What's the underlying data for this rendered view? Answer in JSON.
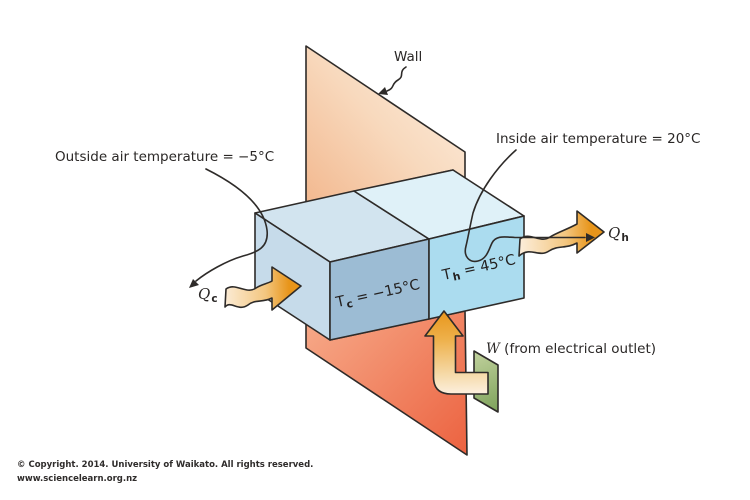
{
  "diagram": {
    "wall_label": "Wall",
    "outside_label": "Outside air temperature = −5°C",
    "inside_label": "Inside air temperature = 20°C",
    "qc": {
      "symbol": "Q",
      "sub": "c"
    },
    "qh": {
      "symbol": "Q",
      "sub": "h"
    },
    "tc": {
      "symbol": "T",
      "sub": "c",
      "value": " = −15°C"
    },
    "th": {
      "symbol": "T",
      "sub": "h",
      "value": " = 45°C"
    },
    "work": {
      "symbol": "W",
      "rest": " (from electrical outlet)"
    }
  },
  "footer": {
    "copyright": "© Copyright. 2014. University of Waikato. All rights reserved.",
    "website": "www.sciencelearn.org.nz"
  },
  "colors": {
    "wall_warm": "#f2b68c",
    "wall_warm_light": "#fcecdc",
    "wall_hot_light": "#f6a685",
    "wall_hot": "#ec6442",
    "box_top_left": "#d2e4ef",
    "box_top_right": "#dff1f8",
    "box_left": "#c6dbea",
    "cold_face": "#9cbcd4",
    "hot_face": "#abdcef",
    "arrow_cream": "#fceedb",
    "arrow_orange": "#e8951a",
    "outlet_green_light": "#becf9a",
    "outlet_green": "#7fa35c",
    "outline": "#2e2b29"
  }
}
